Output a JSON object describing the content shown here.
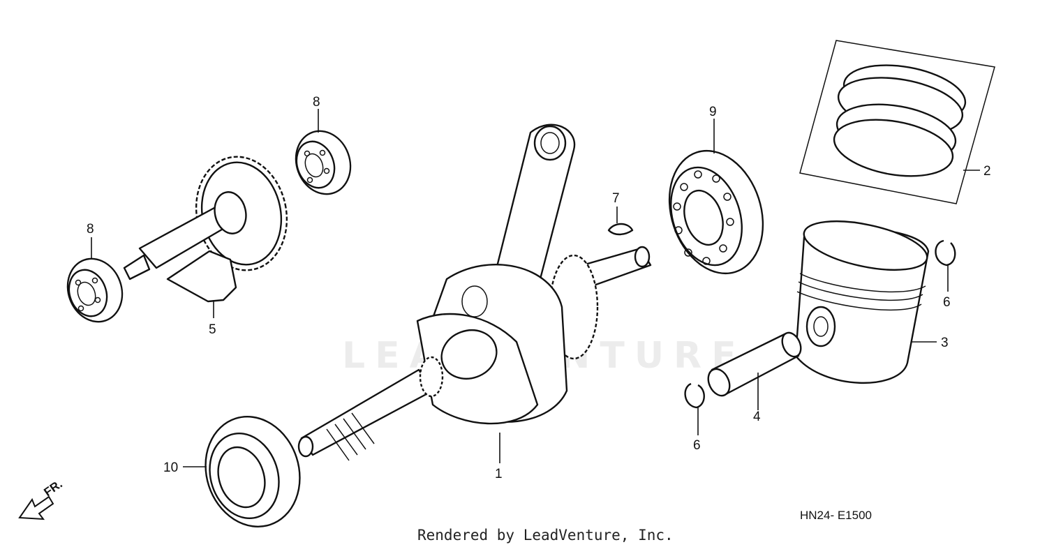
{
  "watermark": "LEADVENTURE",
  "diagram_code": "HN24- E1500",
  "footer": "Rendered by LeadVenture, Inc.",
  "direction_label": "FR.",
  "callouts": {
    "c1": "1",
    "c2": "2",
    "c3": "3",
    "c4": "4",
    "c5": "5",
    "c6a": "6",
    "c6b": "6",
    "c7": "7",
    "c8a": "8",
    "c8b": "8",
    "c9": "9",
    "c10": "10"
  }
}
